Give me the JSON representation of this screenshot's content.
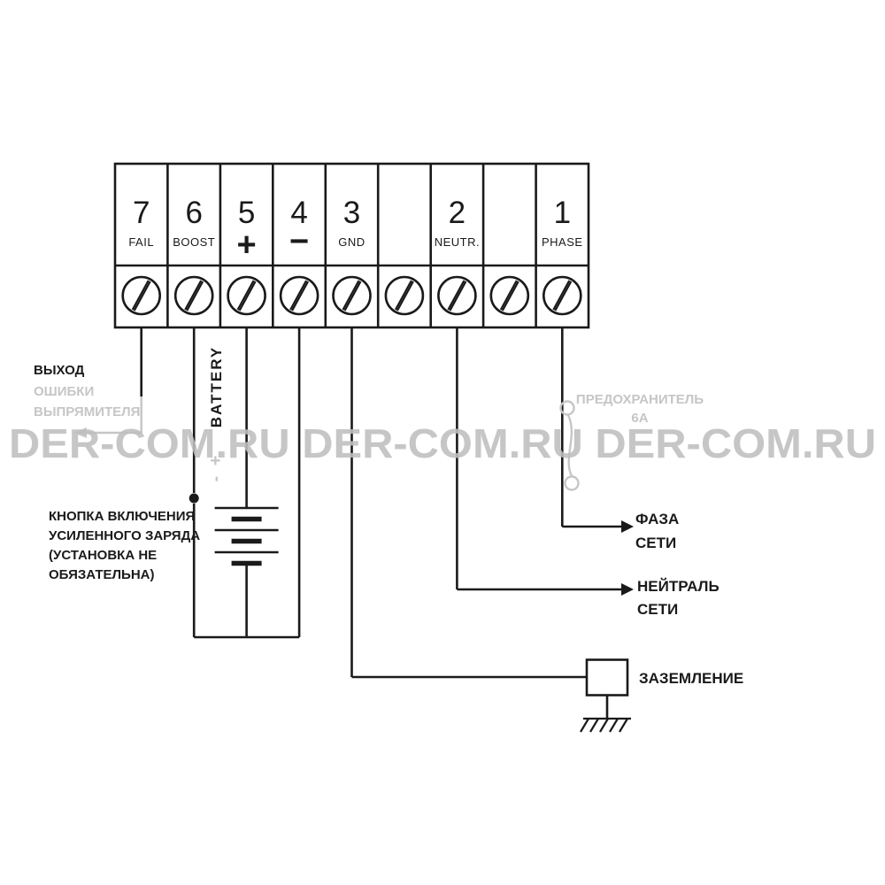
{
  "watermark": "DER-COM.RU DER-COM.RU DER-COM.RU",
  "terminal_block": {
    "cells": [
      {
        "number": "7",
        "label": "FAIL"
      },
      {
        "number": "6",
        "label": "BOOST"
      },
      {
        "number": "5",
        "label": "+"
      },
      {
        "number": "4",
        "label": "−"
      },
      {
        "number": "3",
        "label": "GND"
      },
      {
        "number": "",
        "label": ""
      },
      {
        "number": "2",
        "label": "NEUTR."
      },
      {
        "number": "",
        "label": ""
      },
      {
        "number": "1",
        "label": "PHASE"
      }
    ]
  },
  "labels": {
    "rectifier_fail": {
      "line1": "ВЫХОД",
      "line2": "ОШИБКИ",
      "line3": "ВЫПРЯМИТЕЛЯ"
    },
    "boost_button": {
      "line1": "КНОПКА ВКЛЮЧЕНИЯ",
      "line2": "УСИЛЕННОГО ЗАРЯДА",
      "line3": "(УСТАНОВКА НЕ",
      "line4": "ОБЯЗАТЕЛЬНА)"
    },
    "battery": "BATTERY",
    "battery_polarity": "- +",
    "fuse": {
      "line1": "ПРЕДОХРАНИТЕЛЬ",
      "line2": "6А"
    },
    "phase": {
      "line1": "ФАЗА",
      "line2": "СЕТИ"
    },
    "neutral": {
      "line1": "НЕЙТРАЛЬ",
      "line2": "СЕТИ"
    },
    "ground": "ЗАЗЕМЛЕНИЕ"
  },
  "colors": {
    "line": "#1a1a1a",
    "muted": "#c6c6c6",
    "watermark": "#bfbfbf"
  }
}
